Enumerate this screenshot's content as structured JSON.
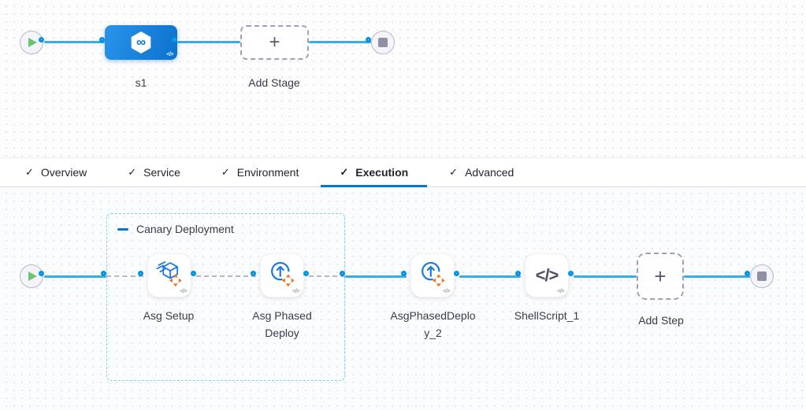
{
  "ui": {
    "check_glyph": "✓",
    "code_glyph": "</>",
    "plus_glyph": "+",
    "infinity_glyph": "∞"
  },
  "colors": {
    "accent_blue": "#0278d5",
    "connector_blue": "#35ade6",
    "stage_node_blue": "#1584e2",
    "step_icon_blue": "#1e7ae0",
    "move_arrows_orange": "#ee7425",
    "canary_border_cyan": "#7ed3f2",
    "play_green": "#6bc46f",
    "stop_gray": "#8e90a4"
  },
  "stage_pipeline": {
    "stage_label": "s1",
    "add_stage_label": "Add Stage"
  },
  "tabs": [
    {
      "label": "Overview",
      "active": false
    },
    {
      "label": "Service",
      "active": false
    },
    {
      "label": "Environment",
      "active": false
    },
    {
      "label": "Execution",
      "active": true
    },
    {
      "label": "Advanced",
      "active": false
    }
  ],
  "execution_pipeline": {
    "group_label": "Canary Deployment",
    "steps": [
      {
        "label": "Asg Setup"
      },
      {
        "label": "Asg Phased Deploy"
      },
      {
        "label": "AsgPhasedDeploy_2"
      },
      {
        "label": "ShellScript_1"
      }
    ],
    "add_step_label": "Add Step"
  }
}
